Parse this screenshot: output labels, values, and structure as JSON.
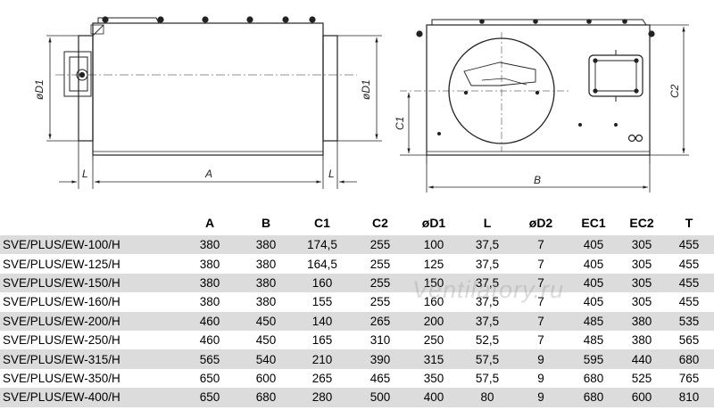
{
  "drawing_labels": {
    "side_diameter_left": "øD1",
    "side_diameter_right": "øD1",
    "side_length_left": "L",
    "side_length_center": "A",
    "side_length_right": "L",
    "front_c1": "C1",
    "front_c2": "C2",
    "front_width": "B"
  },
  "table": {
    "headers": [
      "",
      "A",
      "B",
      "C1",
      "C2",
      "øD1",
      "L",
      "øD2",
      "EC1",
      "EC2",
      "T"
    ],
    "rows": [
      [
        "SVE/PLUS/EW-100/H",
        "380",
        "380",
        "174,5",
        "255",
        "100",
        "37,5",
        "7",
        "405",
        "305",
        "455"
      ],
      [
        "SVE/PLUS/EW-125/H",
        "380",
        "380",
        "164,5",
        "255",
        "125",
        "37,5",
        "7",
        "405",
        "305",
        "455"
      ],
      [
        "SVE/PLUS/EW-150/H",
        "380",
        "380",
        "160",
        "255",
        "150",
        "37,5",
        "7",
        "405",
        "305",
        "455"
      ],
      [
        "SVE/PLUS/EW-160/H",
        "380",
        "380",
        "155",
        "255",
        "160",
        "37,5",
        "7",
        "405",
        "305",
        "455"
      ],
      [
        "SVE/PLUS/EW-200/H",
        "460",
        "450",
        "140",
        "265",
        "200",
        "37,5",
        "7",
        "485",
        "380",
        "535"
      ],
      [
        "SVE/PLUS/EW-250/H",
        "460",
        "450",
        "165",
        "310",
        "250",
        "52,5",
        "7",
        "485",
        "380",
        "565"
      ],
      [
        "SVE/PLUS/EW-315/H",
        "565",
        "540",
        "210",
        "390",
        "315",
        "57,5",
        "9",
        "595",
        "440",
        "680"
      ],
      [
        "SVE/PLUS/EW-350/H",
        "650",
        "600",
        "265",
        "465",
        "350",
        "57,5",
        "9",
        "680",
        "525",
        "765"
      ],
      [
        "SVE/PLUS/EW-400/H",
        "650",
        "680",
        "280",
        "500",
        "400",
        "80",
        "9",
        "680",
        "600",
        "810"
      ]
    ]
  },
  "watermark": "Ventilatory.ru",
  "colors": {
    "row_shade": "#dcdcdc",
    "line": "#222222"
  }
}
